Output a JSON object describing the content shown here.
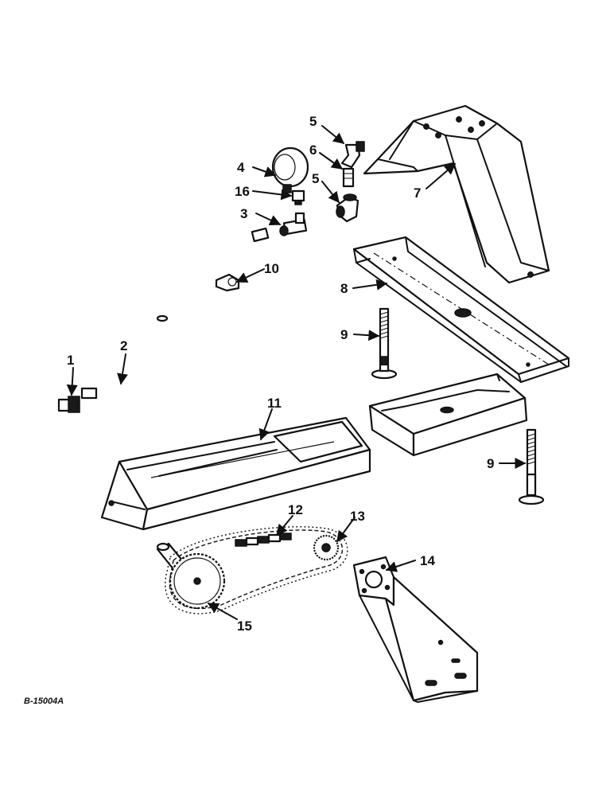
{
  "drawing_code": "B-15004A",
  "callouts": {
    "c1": "1",
    "c2": "2",
    "c3": "3",
    "c4": "4",
    "c5a": "5",
    "c5b": "5",
    "c6": "6",
    "c7": "7",
    "c8": "8",
    "c9a": "9",
    "c9b": "9",
    "c10": "10",
    "c11": "11",
    "c12": "12",
    "c13": "13",
    "c14": "14",
    "c15": "15",
    "c16": "16"
  }
}
